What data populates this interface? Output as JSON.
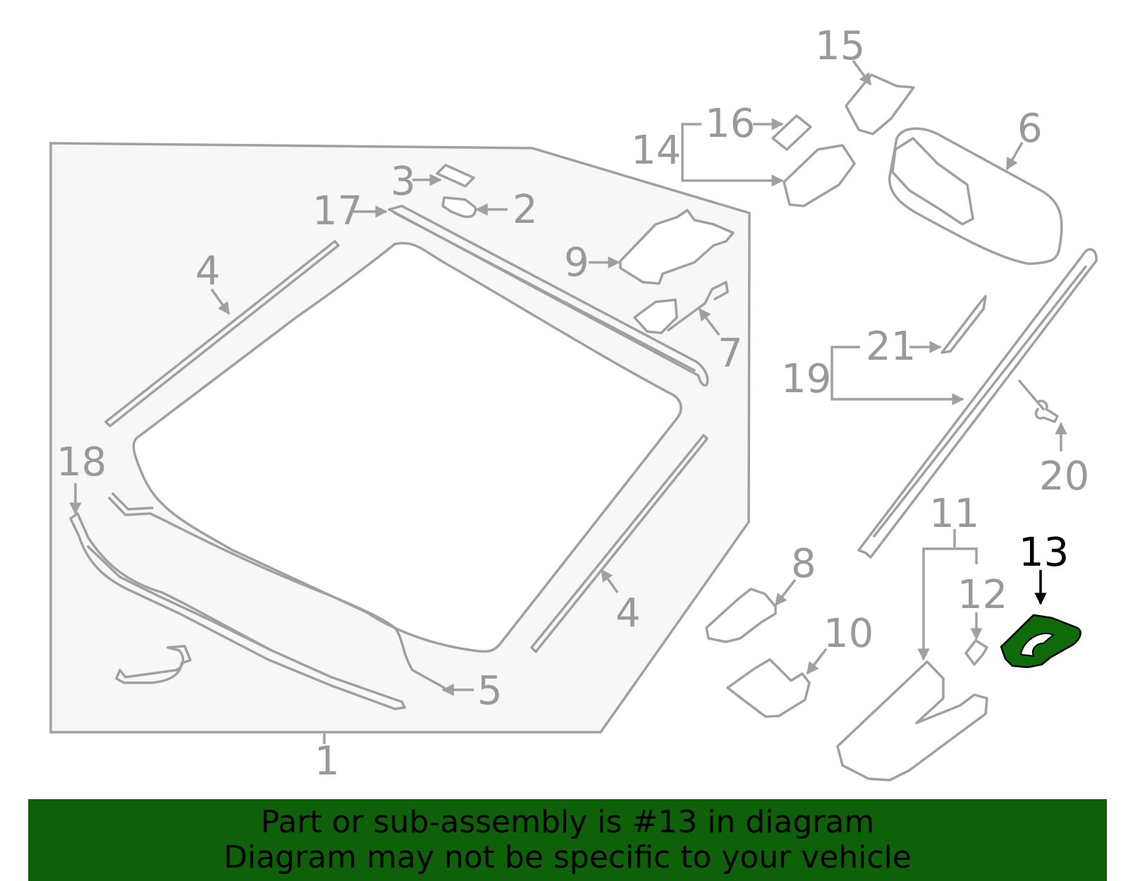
{
  "callouts": {
    "c1": "1",
    "c2": "2",
    "c3": "3",
    "c4a": "4",
    "c4b": "4",
    "c5": "5",
    "c6": "6",
    "c7": "7",
    "c8": "8",
    "c9": "9",
    "c10": "10",
    "c11": "11",
    "c12": "12",
    "c13": "13",
    "c14": "14",
    "c15": "15",
    "c16": "16",
    "c17": "17",
    "c18": "18",
    "c19": "19",
    "c20": "20",
    "c21": "21"
  },
  "highlight": {
    "part_number": "13",
    "color": "#0f6a0a"
  },
  "colors": {
    "line": "#a0a0a0",
    "label": "#999999",
    "panel": "#f7f7f7",
    "banner": "#0f6109"
  },
  "banner": {
    "line1": "Part or sub-assembly is #13 in diagram",
    "line2": "Diagram may not be specific to your vehicle"
  }
}
